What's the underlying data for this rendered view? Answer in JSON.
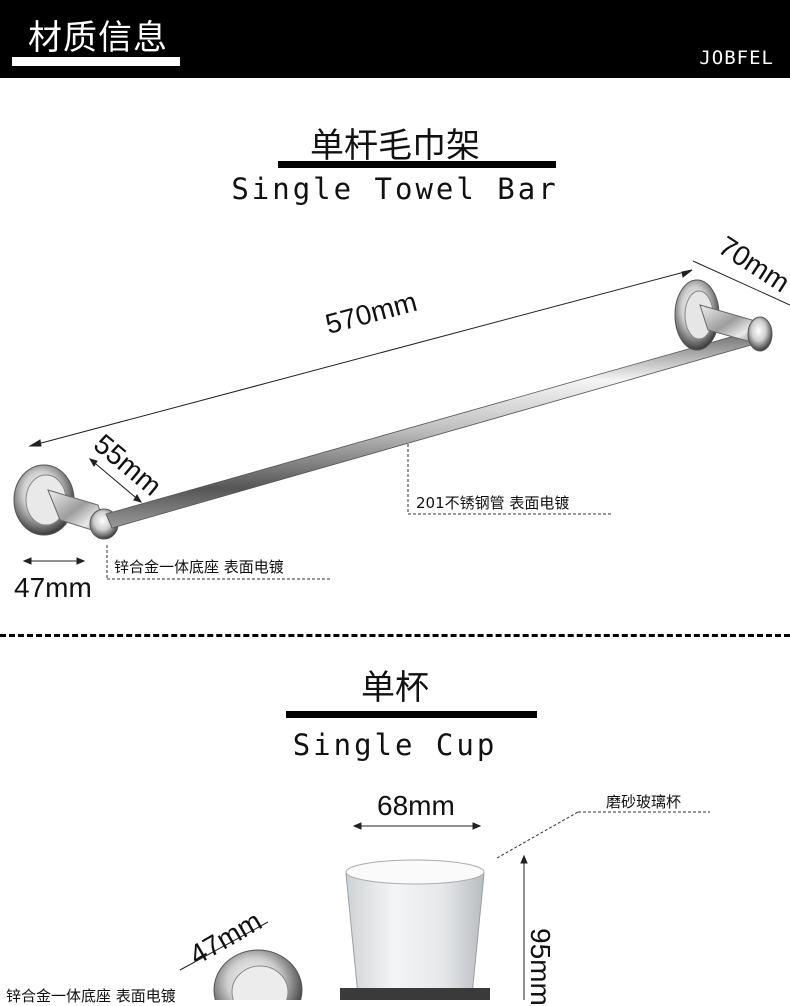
{
  "header": {
    "title": "材质信息",
    "brand": "JOBFEL"
  },
  "section1": {
    "title_cn": "单杆毛巾架",
    "title_en": "Single Towel Bar",
    "dim_length": "570mm",
    "dim_depth": "70mm",
    "dim_base_depth": "55mm",
    "dim_base_width": "47mm",
    "note_tube": "201不锈钢管  表面电镀",
    "note_base": "锌合金一体底座  表面电镀"
  },
  "section2": {
    "title_cn": "单杯",
    "title_en": "Single Cup",
    "dim_cup_width": "68mm",
    "dim_cup_height": "95mm",
    "dim_base": "47mm",
    "note_cup": "磨砂玻璃杯",
    "note_base": "锌合金一体底座  表面电镀"
  }
}
